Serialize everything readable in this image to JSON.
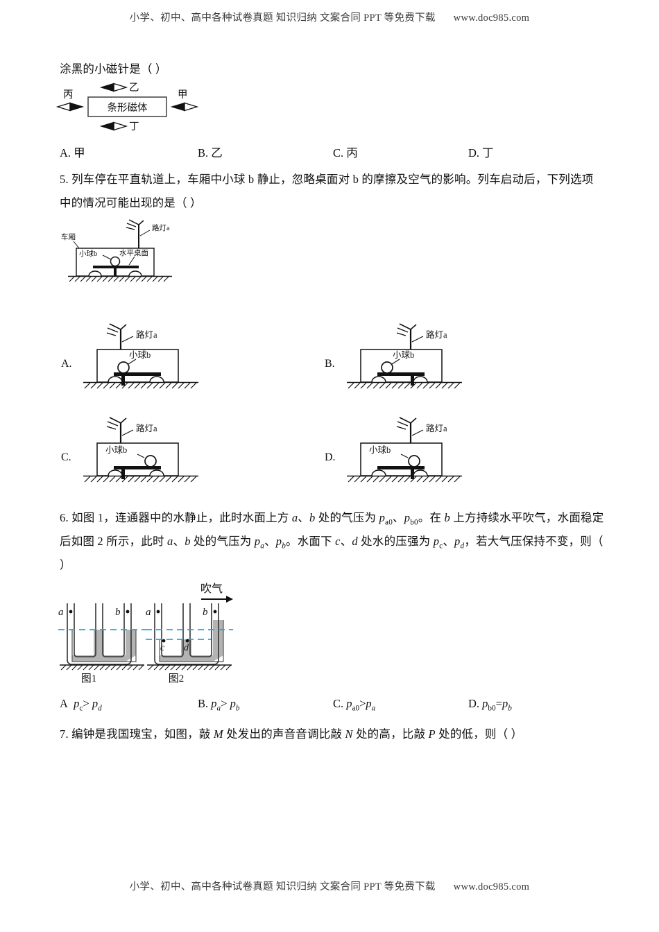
{
  "header": {
    "text": "小学、初中、高中各种试卷真题  知识归纳  文案合同  PPT 等免费下载",
    "url": "www.doc985.com"
  },
  "footer": {
    "text": "小学、初中、高中各种试卷真题  知识归纳  文案合同  PPT 等免费下载",
    "url": "www.doc985.com"
  },
  "q4": {
    "stem": "涂黑的小磁针是（        ）",
    "magnet_label": "条形磁体",
    "needles": {
      "top": "乙",
      "left": "丙",
      "right": "甲",
      "bottom": "丁"
    },
    "options": [
      {
        "label": "A. 甲"
      },
      {
        "label": "B. 乙"
      },
      {
        "label": "C. 丙"
      },
      {
        "label": "D. 丁"
      }
    ]
  },
  "q5": {
    "line1": "5. 列车停在平直轨道上，车厢中小球 b 静止，忽略桌面对 b 的摩擦及空气的影响。列车启动后，下列选项",
    "line2": "中的情况可能出现的是（        ）",
    "figure_labels": {
      "carriage": "车厢",
      "lamp": "路灯a",
      "ball": "小球b",
      "table": "水平桌面"
    },
    "options": [
      {
        "letter": "A.",
        "lamp": "路灯a",
        "ball": "小球b"
      },
      {
        "letter": "B.",
        "lamp": "路灯a",
        "ball": "小球b"
      },
      {
        "letter": "C.",
        "lamp": "路灯a",
        "ball": "小球b"
      },
      {
        "letter": "D.",
        "lamp": "路灯a",
        "ball": "小球b"
      }
    ]
  },
  "q6": {
    "line3": "）",
    "figure": {
      "blow_label": "吹气",
      "pt_a": "a",
      "pt_b": "b",
      "pt_a2": "a",
      "pt_b2": "b",
      "pt_c": "c",
      "pt_d": "d",
      "caption1": "图1",
      "caption2": "图2"
    }
  },
  "q7": {
    "stem_prefix": "7. 编钟是我国瑰宝，如图，敲 ",
    "m": "M",
    "mid1": " 处发出的声音音调比敲 ",
    "n": "N",
    "mid2": " 处的高，比敲 ",
    "p": "P",
    "suffix": " 处的低，则（        ）"
  },
  "colors": {
    "ink": "#1a1a1a",
    "water": "#9a9a9a",
    "level_line": "#21a6e0",
    "text": "#111111"
  }
}
